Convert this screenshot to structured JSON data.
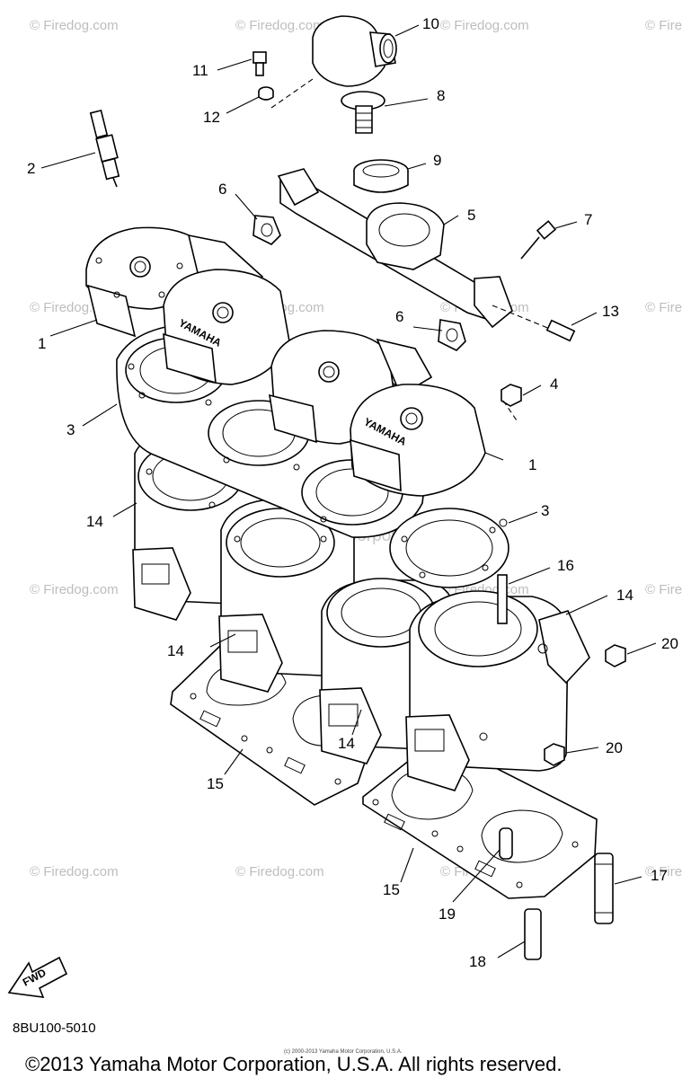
{
  "watermarks": {
    "site": "© Firedog.com",
    "site_cut": "© Fire",
    "center": "Yamaha Motor Corporation, U.S.A."
  },
  "callouts": {
    "c1a": "1",
    "c1b": "1",
    "c2": "2",
    "c3a": "3",
    "c3b": "3",
    "c4": "4",
    "c5": "5",
    "c6a": "6",
    "c6b": "6",
    "c7": "7",
    "c8": "8",
    "c9": "9",
    "c10": "10",
    "c11": "11",
    "c12": "12",
    "c13": "13",
    "c14a": "14",
    "c14b": "14",
    "c14c": "14",
    "c14d": "14",
    "c15a": "15",
    "c15b": "15",
    "c16": "16",
    "c17": "17",
    "c18": "18",
    "c19": "19",
    "c20a": "20",
    "c20b": "20"
  },
  "cast_text": {
    "head_a": "YAMAHA",
    "head_b": "YAMAHA"
  },
  "fwd_arrow": "FWD",
  "diagram_code": "8BU100-5010",
  "fine_print": "(c) 2000-2013 Yamaha Motor Corporation, U.S.A.",
  "copyright": "©2013 Yamaha Motor Corporation, U.S.A. All rights reserved."
}
